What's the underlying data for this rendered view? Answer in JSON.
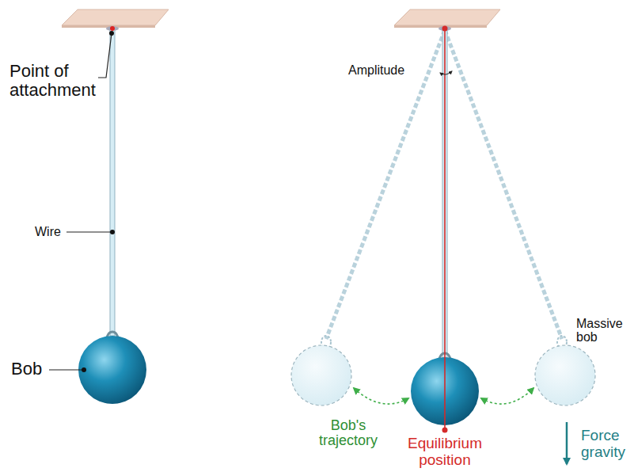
{
  "diagram": {
    "labels": [
      "Point of attachment",
      "Wire",
      "Bob",
      "Amplitude",
      "Massive bob",
      "Bob's trajectory",
      "Equilibrium position",
      "Force gravity"
    ]
  }
}
